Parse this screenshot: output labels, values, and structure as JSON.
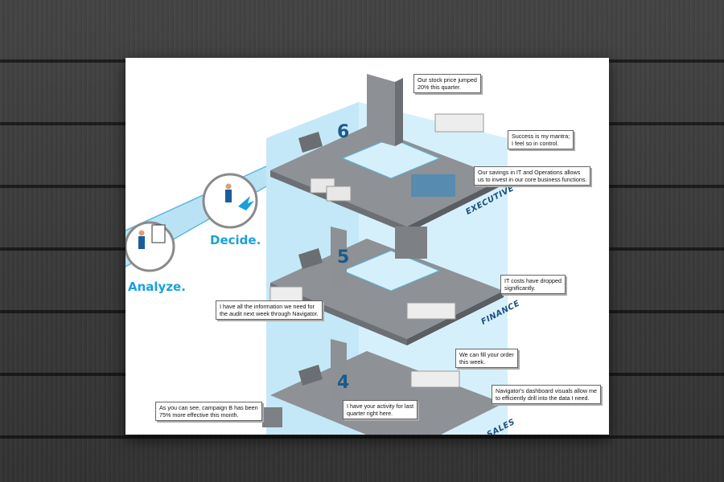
{
  "labels": {
    "analyze": "Analyze.",
    "decide": "Decide."
  },
  "floors": {
    "six": "6",
    "five": "5",
    "four": "4"
  },
  "departments": {
    "executive": "EXECUTIVE",
    "finance": "FINANCE",
    "sales": "SALES"
  },
  "callouts": {
    "stock": "Our stock price jumped\n20% this quarter.",
    "mantra": "Success is my mantra;\nI feel so in control.",
    "savings": "Our savings in IT and Operations allows\nus to invest in our core business functions.",
    "it_costs": "IT costs have dropped\nsignificantly.",
    "audit": "I have all the information we need for\nthe audit next week through Navigator.",
    "order": "We can fill your order\nthis week.",
    "dashboard": "Navigator's dashboard visuals allow me\nto efficiently drill into the data I need.",
    "campaign": "As you can see, campaign B has been\n75% more effective this month.",
    "activity": "I have your activity for last\nquarter right here."
  },
  "colors": {
    "accent": "#1aa0dc",
    "glass": "#9fd8f0",
    "floor": "#8e9196"
  }
}
